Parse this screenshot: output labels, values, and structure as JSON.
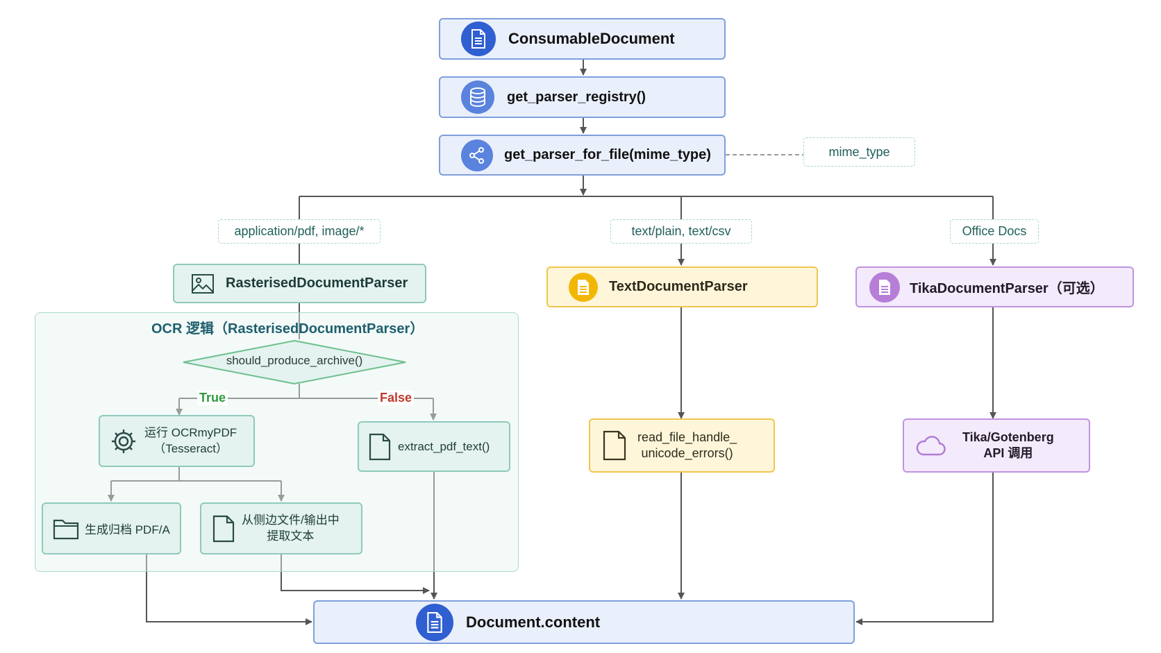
{
  "nodes": {
    "consumable_document": "ConsumableDocument",
    "get_parser_registry": "get_parser_registry()",
    "get_parser_for_file": "get_parser_for_file(mime_type)",
    "rasterised_parser": "RasterisedDocumentParser",
    "text_parser": "TextDocumentParser",
    "tika_parser": "TikaDocumentParser（可选）",
    "should_produce_archive": "should_produce_archive()",
    "run_ocr_line1": "运行 OCRmyPDF",
    "run_ocr_line2": "（Tesseract）",
    "extract_pdf_text": "extract_pdf_text()",
    "generate_archive": "生成归档 PDF/A",
    "extract_sidecar_line1": "从侧边文件/输出中",
    "extract_sidecar_line2": "提取文本",
    "read_file_line1": "read_file_handle_",
    "read_file_line2": "unicode_errors()",
    "tika_api_line1": "Tika/Gotenberg",
    "tika_api_line2": "API 调用",
    "document_content": "Document.content"
  },
  "tags": {
    "mime_type": "mime_type",
    "pdf_image": "application/pdf, image/*",
    "text_csv": "text/plain, text/csv",
    "office_docs": "Office Docs"
  },
  "group": {
    "title": "OCR 逻辑（RasterisedDocumentParser）"
  },
  "branches": {
    "true_label": "True",
    "false_label": "False"
  },
  "icons": {
    "document": "document-icon",
    "database": "database-icon",
    "share": "share-icon",
    "image": "image-icon",
    "gear": "gear-icon",
    "file": "file-icon",
    "folder": "folder-icon",
    "cloud": "cloud-icon"
  },
  "colors": {
    "blue_fill": "#e9effb",
    "blue_border": "#7f9fdc",
    "blue_accent": "#2f5fd0",
    "teal_fill": "#e4f3ef",
    "teal_border": "#8fc9bb",
    "yellow_fill": "#fff6da",
    "yellow_border": "#f0c64b",
    "purple_fill": "#f3eafb",
    "purple_border": "#c093e0",
    "true_color": "#2e9a3f",
    "false_color": "#c0392b"
  }
}
